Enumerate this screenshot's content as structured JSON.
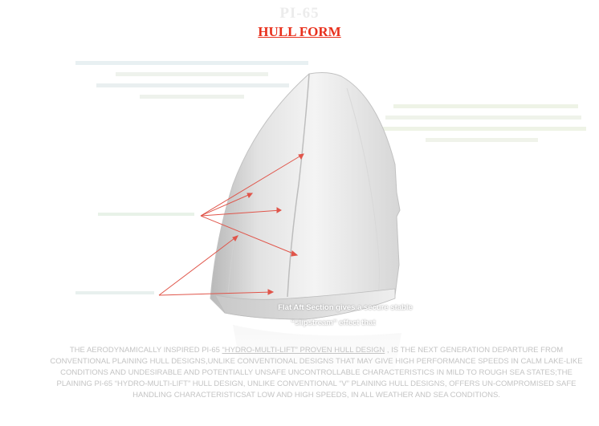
{
  "header": {
    "title": "PI-65",
    "subtitle": "HULL FORM"
  },
  "annotations": {
    "flat_aft_section": "Flat Aft Section gives a secure stable",
    "flat_aft_section_line2": "“slipstream” effect that"
  },
  "description": {
    "part1": "THE AERODYNAMICALLY INSPIRED PI-65 ",
    "hull_name": "“HYDRO-MULTI-LIFT” PROVEN HULL DESIGN",
    "part2": " , IS THE NEXT GENERATION DEPARTURE FROM CONVENTIONAL PLAINING HULL DESIGNS,UNLIKE CONVENTIONAL DESIGNS THAT MAY GIVE HIGH PERFORMANCE SPEEDS IN CALM LAKE-LIKE CONDITIONS AND UNDESIRABLE AND POTENTIALLY UNSAFE UNCONTROLLABLE CHARACTERISTICS IN MILD TO ROUGH SEA STATES;THE PLAINING PI-65 “HYDRO-MULTI-LIFT” HULL DESIGN, UNLIKE CONVENTIONAL “V” PLAINING HULL DESIGNS, OFFERS UN-COMPROMISED SAFE HANDLING CHARACTERISTICSAT LOW AND HIGH SPEEDS, IN ALL WEATHER AND SEA CONDITIONS."
  },
  "colors": {
    "title": "#e8301c",
    "arrow": "#e0554a",
    "hull_light": "#f2f2f2",
    "hull_shadow": "#9a9a9a"
  }
}
